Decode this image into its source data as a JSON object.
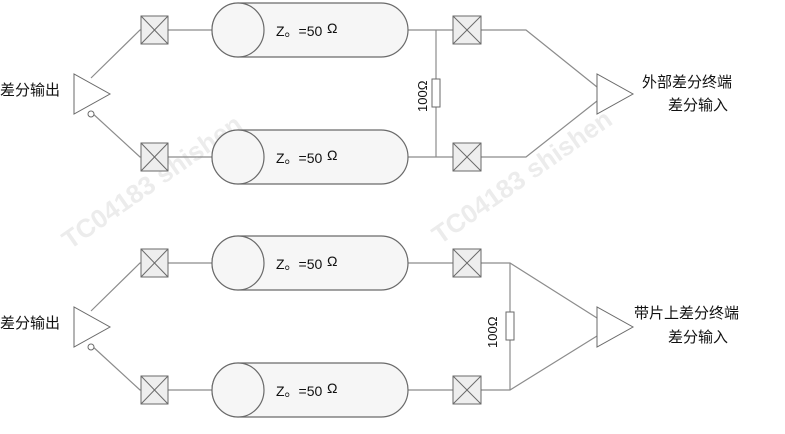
{
  "watermark": "TC04183 shishen",
  "top_circuit": {
    "driver_label": "差分输出",
    "line1_impedance": "Z。=50",
    "line2_impedance": "Z。=50",
    "ohm_symbol": "Ω",
    "resistor_label": "100Ω",
    "receiver_label_line1": "外部差分终端",
    "receiver_label_line2": "差分输入"
  },
  "bottom_circuit": {
    "driver_label": "差分输出",
    "line1_impedance": "Z。=50",
    "line2_impedance": "Z。=50",
    "ohm_symbol": "Ω",
    "resistor_label": "100Ω",
    "receiver_label_line1": "带片上差分终端",
    "receiver_label_line2": "差分输入"
  },
  "colors": {
    "line": "#8c8c8c",
    "outline": "#6a6a6a",
    "fill": "#f6f6f6"
  }
}
